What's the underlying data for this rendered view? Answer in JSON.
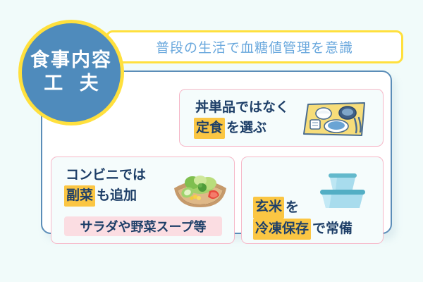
{
  "background_color": "#f1fbfa",
  "badge": {
    "line1": "食事内容",
    "line2": "工 夫",
    "fill_color": "#4f8bbc",
    "ring_color": "#ffe03d",
    "text_color": "#ffffff"
  },
  "header": {
    "title": "普段の生活で血糖値管理を意識",
    "border_color": "#ffe03d",
    "text_color": "#6aa8dd"
  },
  "panel": {
    "border_color": "#5b8db8",
    "fill_color": "#ffffff"
  },
  "cards": [
    {
      "id": "teishoku",
      "icon": "meal-tray-icon",
      "border_color": "#f6b8c8",
      "fill_color": "#f5fcfc",
      "lines": [
        [
          {
            "text": "丼単品ではなく",
            "highlight": false
          }
        ],
        [
          {
            "text": "定食",
            "highlight": true
          },
          {
            "text": "を選ぶ",
            "highlight": false
          }
        ]
      ]
    },
    {
      "id": "konbini",
      "icon": "salad-bowl-icon",
      "border_color": "#f6b8c8",
      "fill_color": "#f5fcfc",
      "lines": [
        [
          {
            "text": "コンビニでは",
            "highlight": false
          }
        ],
        [
          {
            "text": "副菜",
            "highlight": true
          },
          {
            "text": "も追加",
            "highlight": false
          }
        ]
      ],
      "substrip": {
        "text": "サラダや野菜スープ等",
        "background": "#fbdde2"
      }
    },
    {
      "id": "genmai",
      "icon": "food-container-icon",
      "border_color": "#f6b8c8",
      "fill_color": "#f5fcfc",
      "lines": [
        [
          {
            "text": "玄米",
            "highlight": true
          },
          {
            "text": "を",
            "highlight": false
          }
        ],
        [
          {
            "text": "冷凍保存",
            "highlight": true
          },
          {
            "text": "で常備",
            "highlight": false
          }
        ]
      ]
    }
  ],
  "highlight_color": "#fbc643",
  "body_text_color": "#1e3f68"
}
